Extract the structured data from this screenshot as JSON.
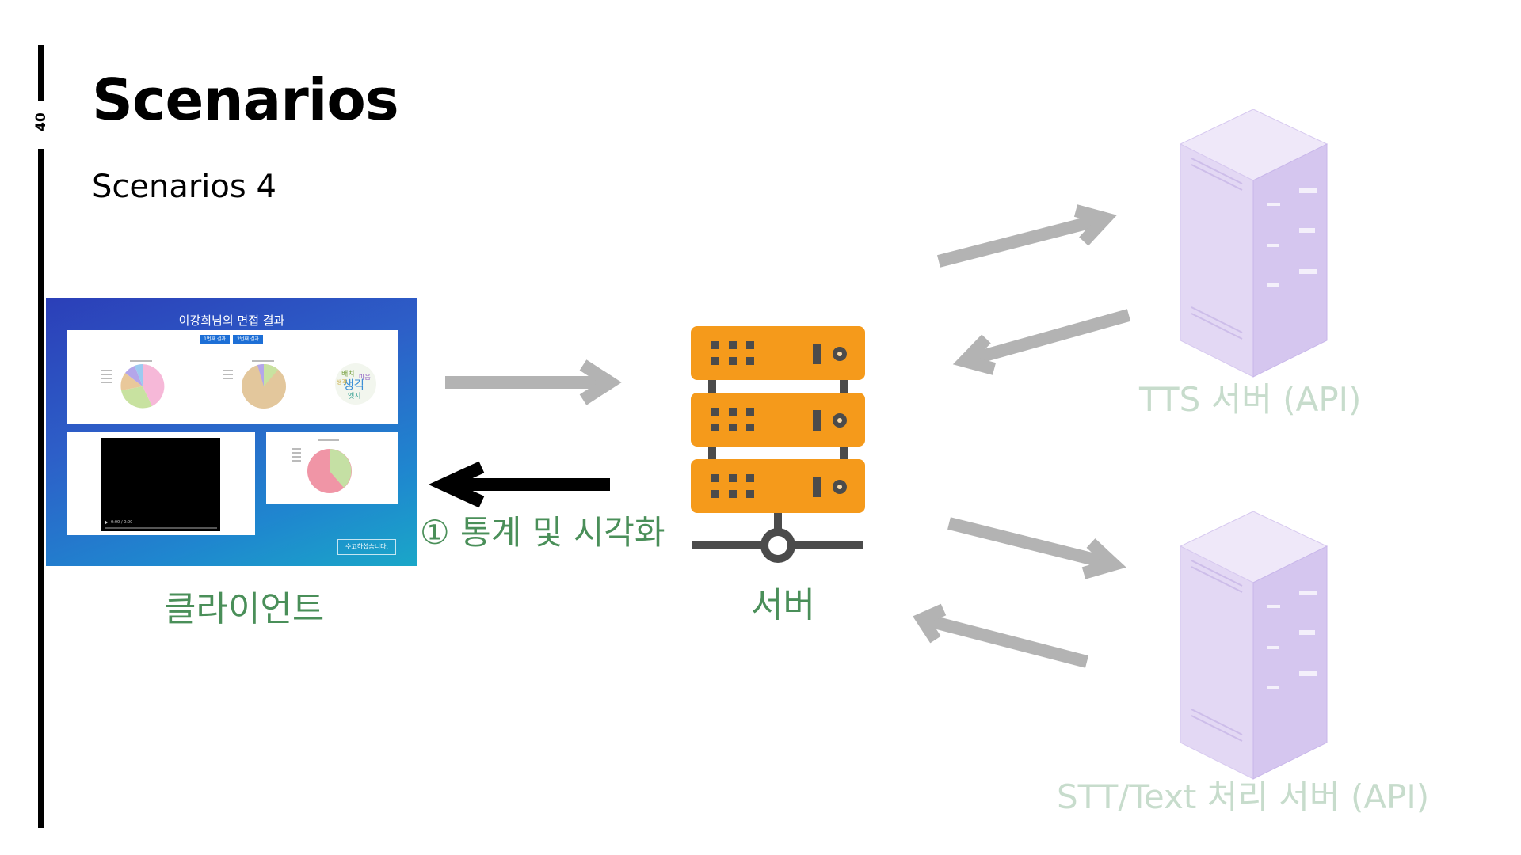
{
  "slide": {
    "page_number": "40",
    "title": "Scenarios",
    "subtitle": "Scenarios 4"
  },
  "client": {
    "label": "클라이언트",
    "screen_title": "이강희님의 면접 결과",
    "tab_1": "1번째 결과",
    "tab_2": "2번째 결과",
    "wordcloud_words": [
      "생각",
      "배치",
      "마음",
      "엣지",
      "생각"
    ],
    "video_time": "0:00 / 0:00",
    "finish_button": "수고하셨습니다."
  },
  "server": {
    "label": "서버"
  },
  "step": {
    "label": "① 통계 및 시각화"
  },
  "tts_server": {
    "label": "TTS 서버 (API)"
  },
  "stt_server": {
    "label": "STT/Text 처리 서버 (API)"
  },
  "colors": {
    "accent_green": "#4a8f59",
    "faded_green": "#c7dccc",
    "server_orange": "#f59a1b",
    "arrow_gray": "#b3b3b3",
    "rack_lavender": "#e3d8f4"
  }
}
